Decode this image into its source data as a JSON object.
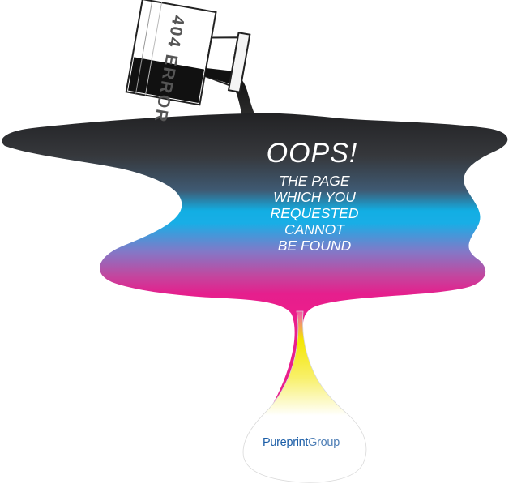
{
  "bottle": {
    "label": "404 ERROR"
  },
  "headline": "OOPS!",
  "message_lines": [
    "THE PAGE",
    "WHICH YOU",
    "REQUESTED",
    "CANNOT",
    "BE FOUND"
  ],
  "logo": {
    "part1": "Pure",
    "part2": "print",
    "part3": "Group"
  },
  "colors": {
    "ink_black": "#2b2b2b",
    "cyan": "#12aee3",
    "magenta": "#e51f8d",
    "yellow": "#f4e400",
    "brand_blue": "#1d5fa8"
  }
}
